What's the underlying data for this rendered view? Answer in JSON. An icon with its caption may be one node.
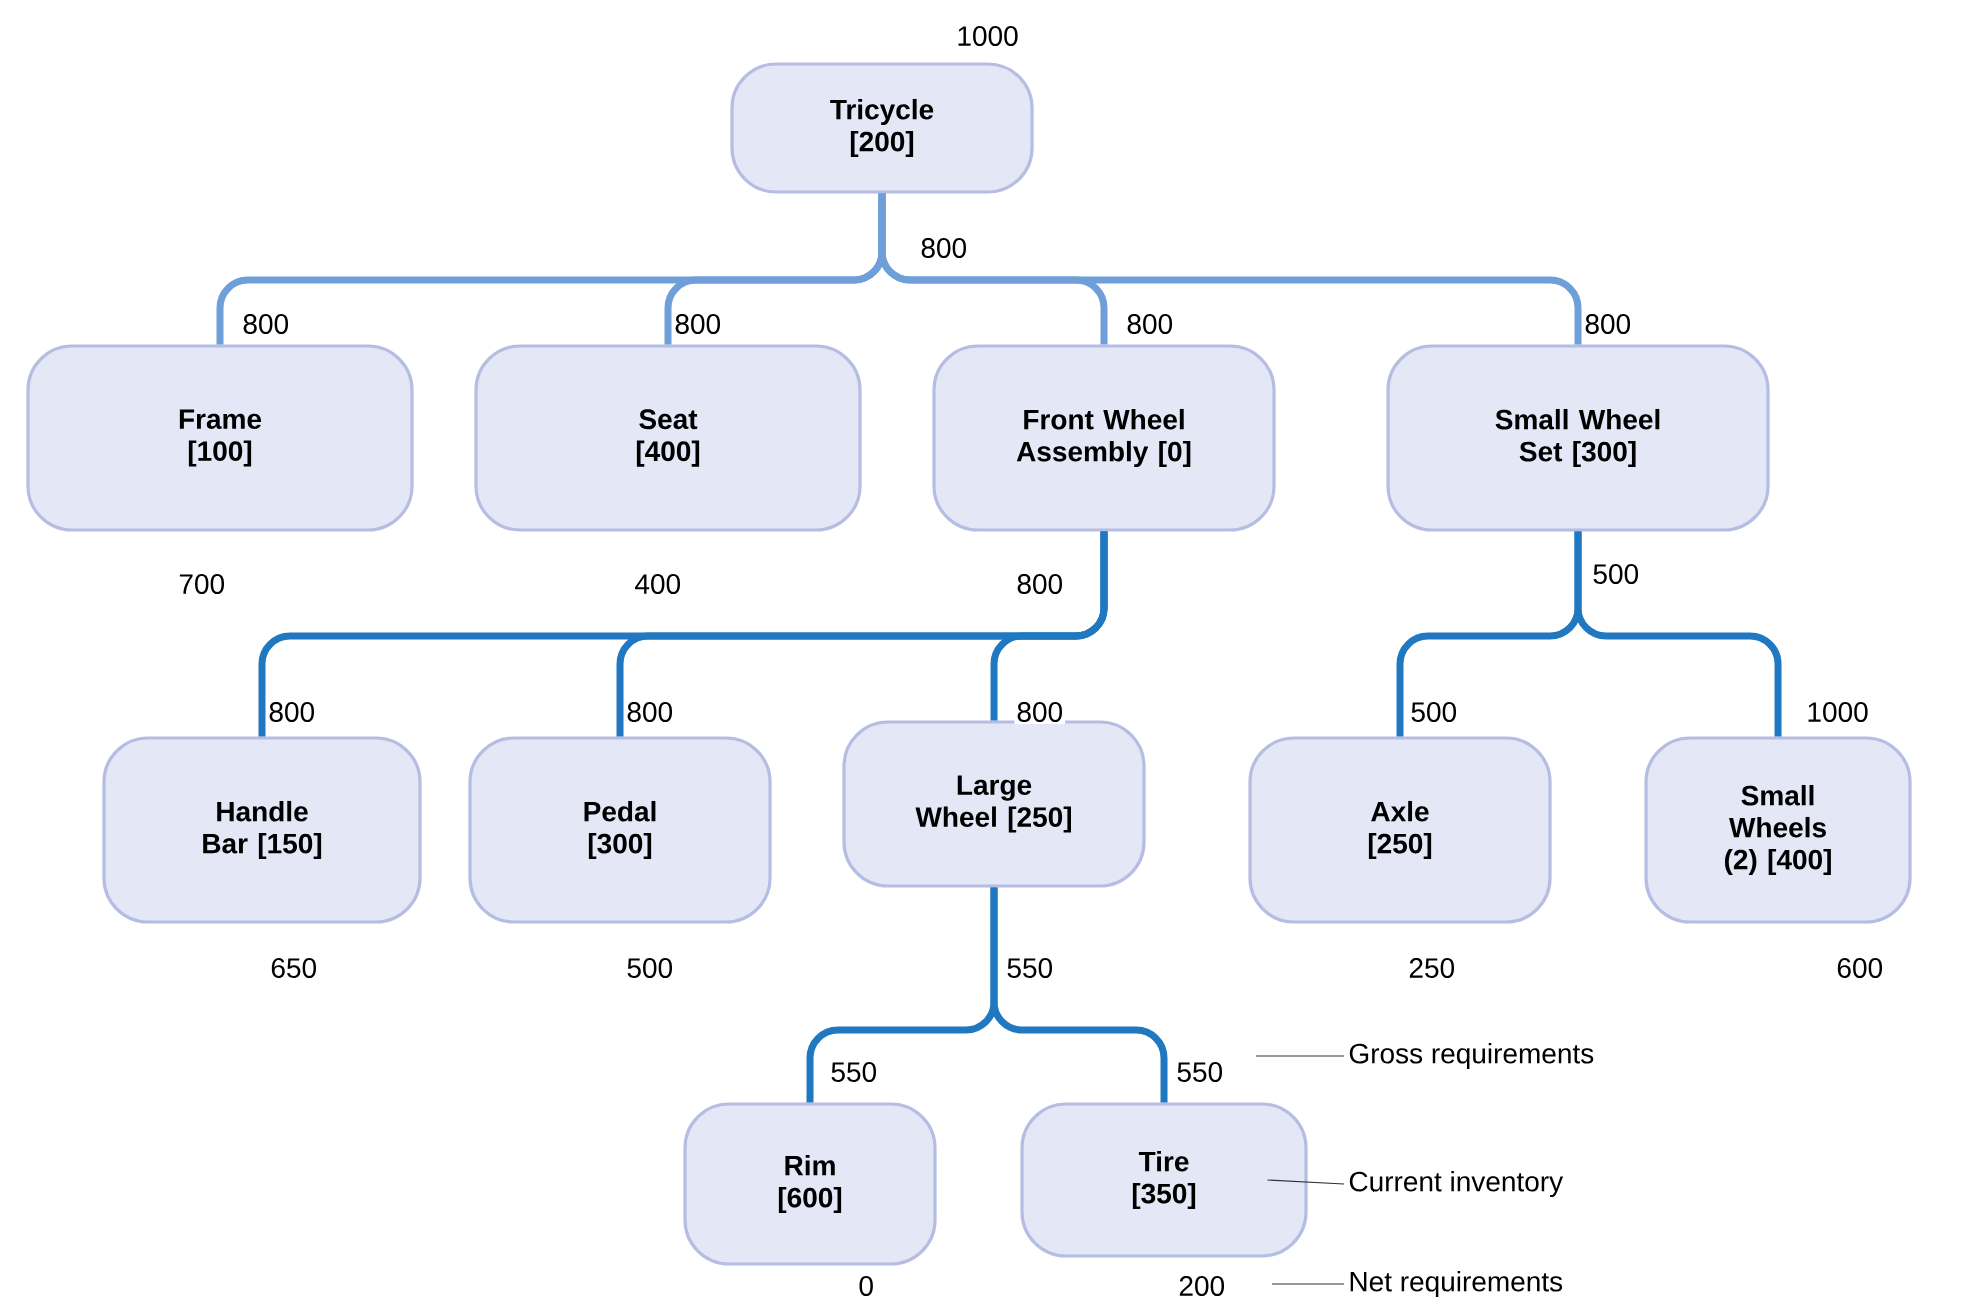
{
  "diagram": {
    "nodes": [
      {
        "text": [
          "Tricycle [200]"
        ],
        "beside": [
          "1000",
          "800"
        ]
      },
      {
        "text": [
          "Frame [100]"
        ],
        "beside": [
          "800",
          "700"
        ]
      },
      {
        "text": [
          "Seat [400]"
        ],
        "beside": [
          "800",
          "400"
        ]
      },
      {
        "text": [
          "Front Wheel Assembly [0]"
        ],
        "beside": [
          "800",
          "800"
        ]
      },
      {
        "text": [
          "Small Wheel Set [300]"
        ],
        "beside": [
          "800",
          "500"
        ]
      },
      {
        "text": [
          "Handle Bar [150]"
        ],
        "beside": [
          "800",
          "650"
        ]
      },
      {
        "text": [
          "Pedal [300]"
        ],
        "beside": [
          "800",
          "500"
        ]
      },
      {
        "text": [
          "Large Wheel [250]"
        ],
        "beside": [
          "800",
          "550"
        ]
      },
      {
        "text": [
          "Axle [250]"
        ],
        "beside": [
          "500",
          "250"
        ]
      },
      {
        "text": [
          "Small Wheels (2) [400]"
        ],
        "beside": [
          "1000",
          "600"
        ]
      },
      {
        "text": [
          "Rim [600]"
        ],
        "beside": [
          "550",
          "0"
        ]
      },
      {
        "text": [
          "Tire [350]"
        ],
        "beside": [
          "550",
          "200"
        ]
      },
      {
        "text": [
          "Gross requirements"
        ]
      },
      {
        "text": [
          "Current inventory"
        ]
      },
      {
        "text": [
          "Net requirements"
        ]
      }
    ],
    "edges": [
      {
        "from": 0,
        "to": 1,
        "arrow": "none",
        "color": "#6f9fd8"
      },
      {
        "from": 0,
        "to": 2,
        "arrow": "none",
        "color": "#6f9fd8"
      },
      {
        "from": 0,
        "to": 3,
        "arrow": "none",
        "color": "#6f9fd8"
      },
      {
        "from": 0,
        "to": 4,
        "arrow": "none",
        "color": "#6f9fd8"
      },
      {
        "from": 3,
        "to": 5,
        "arrow": "none"
      },
      {
        "from": 3,
        "to": 6,
        "arrow": "none"
      },
      {
        "from": 3,
        "to": 7,
        "arrow": "none"
      },
      {
        "from": 4,
        "to": 8,
        "arrow": "none"
      },
      {
        "from": 4,
        "to": 9,
        "arrow": "none"
      },
      {
        "from": 7,
        "to": 10,
        "arrow": "none"
      },
      {
        "from": 7,
        "to": 11,
        "arrow": "none"
      },
      {
        "from": 12,
        "to": null,
        "arrow": "none",
        "color": "#333333"
      },
      {
        "from": 13,
        "to": 11,
        "arrow": "none",
        "color": "#333333"
      },
      {
        "from": 14,
        "to": null,
        "arrow": "none",
        "color": "#333333"
      }
    ]
  }
}
